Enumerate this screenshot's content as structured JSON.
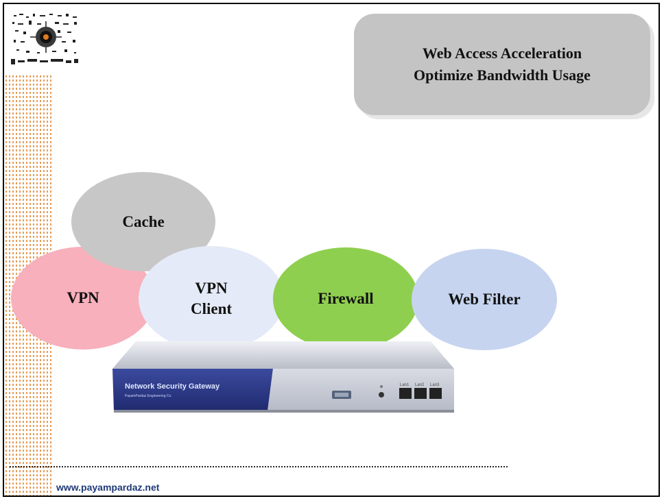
{
  "title_box": {
    "line1": "Web Access Acceleration",
    "line2": "Optimize Bandwidth Usage"
  },
  "nodes": {
    "vpn": "VPN",
    "cache": "Cache",
    "vpn_client_line1": "VPN",
    "vpn_client_line2": "Client",
    "firewall": "Firewall",
    "web_filter": "Web Filter"
  },
  "device": {
    "label": "Network Security Gateway",
    "sublabel": "PayamPardaz Engineering Co.",
    "port_labels": [
      "Lan1",
      "Lan2",
      "Lan3"
    ]
  },
  "footer": {
    "url": "www.payampardaz.net"
  },
  "colors": {
    "vpn": "#f7b0bc",
    "cache": "#c7c7c7",
    "vpn_client": "#e4eaf7",
    "firewall": "#8fcf4f",
    "web_filter": "#c6d4ef",
    "title_box": "#c4c4c4",
    "device_front": "#2d3a8a",
    "accent_dots": "#e07a1f"
  },
  "icons": {
    "logo": "company-logo-icon"
  }
}
